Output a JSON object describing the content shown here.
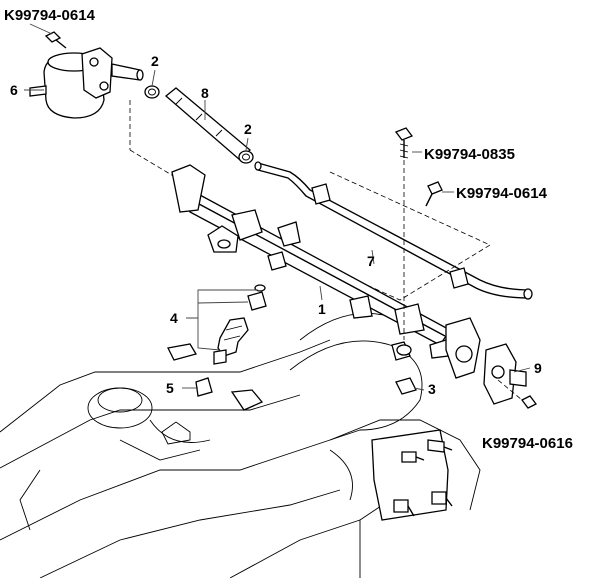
{
  "part_numbers": {
    "pn_top_left": "K99794-0614",
    "pn_bolt_0835": "K99794-0835",
    "pn_bolt_0614_right": "K99794-0614",
    "pn_bolt_0616": "K99794-0616"
  },
  "callouts": {
    "c1": "1",
    "c2a": "2",
    "c2b": "2",
    "c3": "3",
    "c4": "4",
    "c5": "5",
    "c6": "6",
    "c7": "7",
    "c8": "8",
    "c9": "9"
  }
}
